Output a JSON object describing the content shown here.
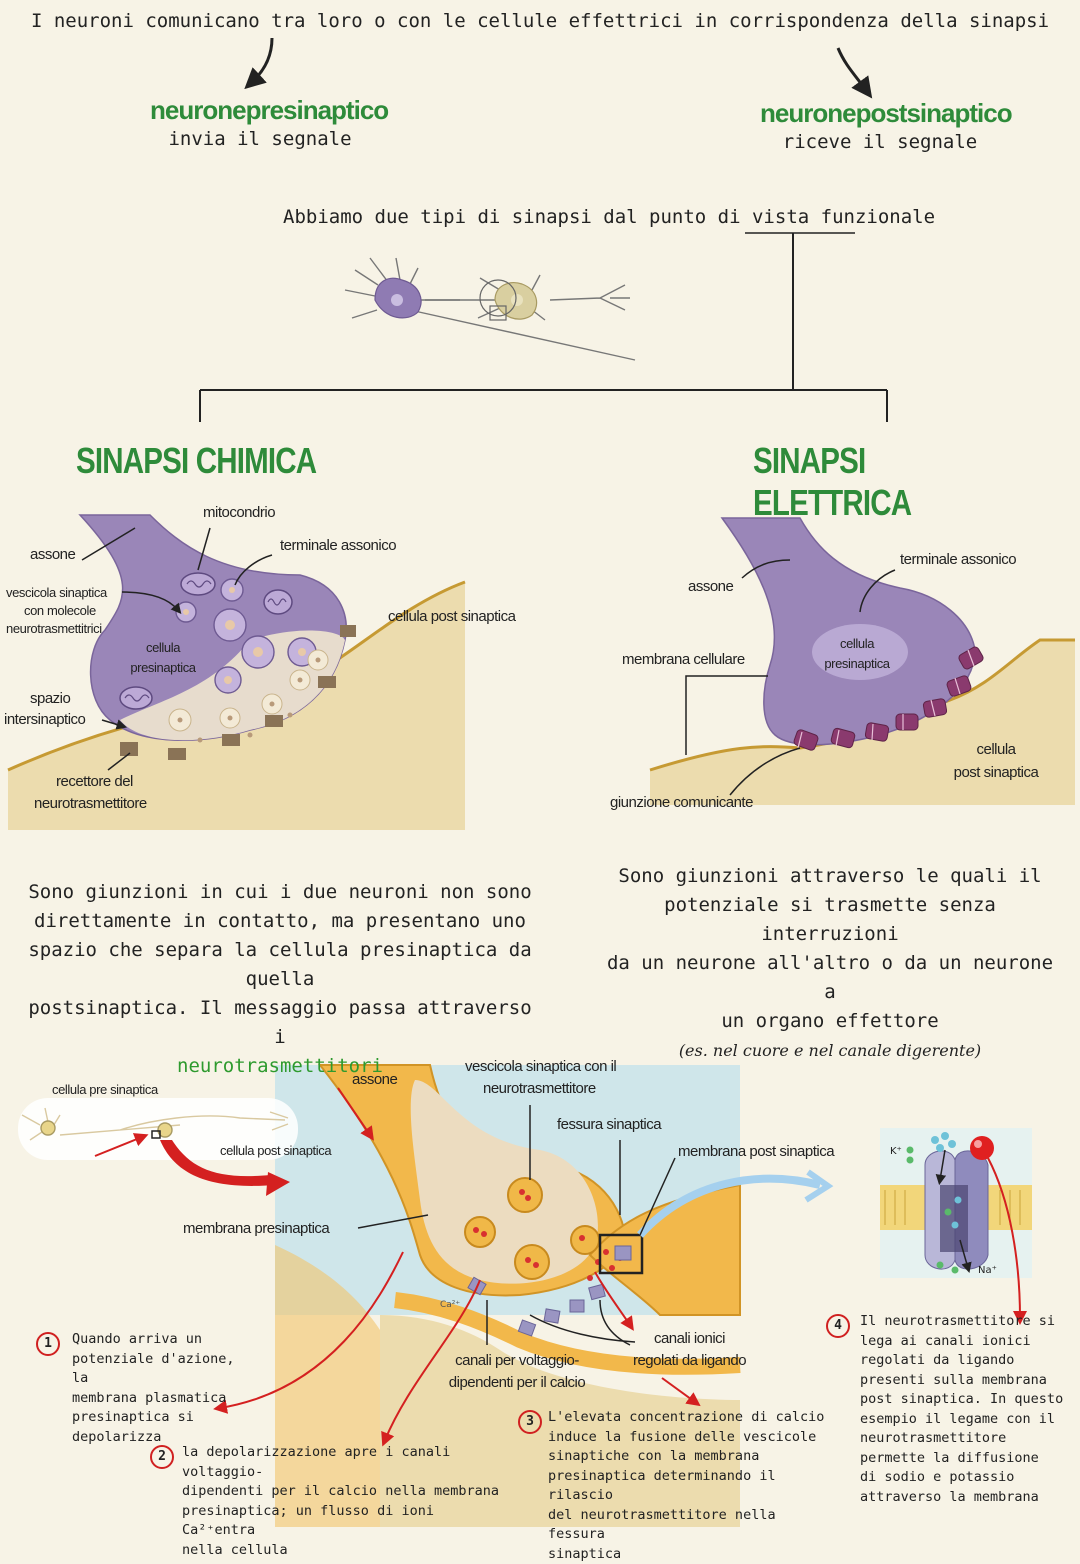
{
  "intro": "I neuroni comunicano tra loro o con le cellule effettrici in corrispondenza della sinapsi",
  "presynaptic": {
    "title": "neuronepresinaptico",
    "desc": "invia il segnale"
  },
  "postsynaptic": {
    "title": "neuronepostsinaptico",
    "desc": "riceve il segnale"
  },
  "types_heading": "Abbiamo due tipi di sinapsi dal punto di vista",
  "types_heading_underlined": "funzionale",
  "chemical": {
    "title": "SINAPSI CHIMICA",
    "labels": {
      "mitocondrio": "mitocondrio",
      "terminale": "terminale assonico",
      "assone": "assone",
      "vescicola_1": "vescicola sinaptica",
      "vescicola_2": "con molecole",
      "vescicola_3": "neurotrasmettitrici",
      "cellula_pre_1": "cellula",
      "cellula_pre_2": "presinaptica",
      "post": "cellula post sinaptica",
      "spazio_1": "spazio",
      "spazio_2": "intersinaptico",
      "recettore_1": "recettore del",
      "recettore_2": "neurotrasmettitore"
    },
    "desc_lines": [
      "Sono giunzioni in cui i due neuroni non sono",
      "direttamente in contatto, ma presentano uno",
      "spazio che separa la cellula presinaptica da quella",
      "postsinaptica. Il messaggio passa attraverso i"
    ],
    "desc_highlight": "neurotrasmettitori"
  },
  "electrical": {
    "title": "SINAPSI ELETTRICA",
    "labels": {
      "assone": "assone",
      "terminale": "terminale assonico",
      "membrana": "membrana cellulare",
      "cellula_pre_1": "cellula",
      "cellula_pre_2": "presinaptica",
      "post_1": "cellula",
      "post_2": "post sinaptica",
      "giunzione": "giunzione comunicante"
    },
    "desc_lines": [
      "Sono giunzioni attraverso le quali il",
      "potenziale si trasmette senza interruzioni",
      "da un neurone all'altro o da un neurone a",
      "un organo effettore"
    ],
    "example": "(es. nel cuore e nel canale digerente)"
  },
  "bottom": {
    "labels": {
      "cell_pre": "cellula pre sinaptica",
      "cell_post": "cellula post sinaptica",
      "assone": "assone",
      "vescicola_1": "vescicola sinaptica con il",
      "vescicola_2": "neurotrasmettitore",
      "fessura": "fessura sinaptica",
      "membrana_post": "membrana post sinaptica",
      "membrana_pre": "membrana presinaptica",
      "canali_volt_1": "canali per voltaggio-",
      "canali_volt_2": "dipendenti per il calcio",
      "canali_ion_1": "canali ionici",
      "canali_ion_2": "regolati da ligando",
      "ca": "Ca²⁺",
      "k": "K⁺",
      "na": "Na⁺"
    },
    "steps": [
      {
        "n": "1",
        "lines": [
          "Quando arriva un",
          "potenziale d'azione, la",
          "membrana plasmatica",
          "presinaptica si",
          "depolarizza"
        ]
      },
      {
        "n": "2",
        "lines": [
          "la depolarizzazione apre i canali voltaggio-",
          "dipendenti per il calcio nella membrana",
          "presinaptica; un flusso di ioni Ca²⁺entra",
          "nella cellula"
        ]
      },
      {
        "n": "3",
        "lines": [
          "L'elevata concentrazione di calcio",
          "induce la fusione delle vescicole",
          "sinaptiche con la membrana",
          "presinaptica determinando il rilascio",
          "del neurotrasmettitore nella fessura",
          "sinaptica"
        ]
      },
      {
        "n": "4",
        "lines": [
          "Il neurotrasmettitore si",
          "lega ai canali ionici",
          "regolati da ligando",
          "presenti sulla membrana",
          "post sinaptica. In questo",
          "esempio il legame con il",
          "neurotrasmettitore",
          "permette la diffusione",
          "di sodio e potassio",
          "attraverso la membrana"
        ]
      }
    ]
  },
  "colors": {
    "accent_green": "#2e9a2e",
    "neuron_purple": "#9a86b8",
    "post_cell": "#ecdcae",
    "arrow_red": "#d42020",
    "bottom_orange": "#f2b84b"
  }
}
